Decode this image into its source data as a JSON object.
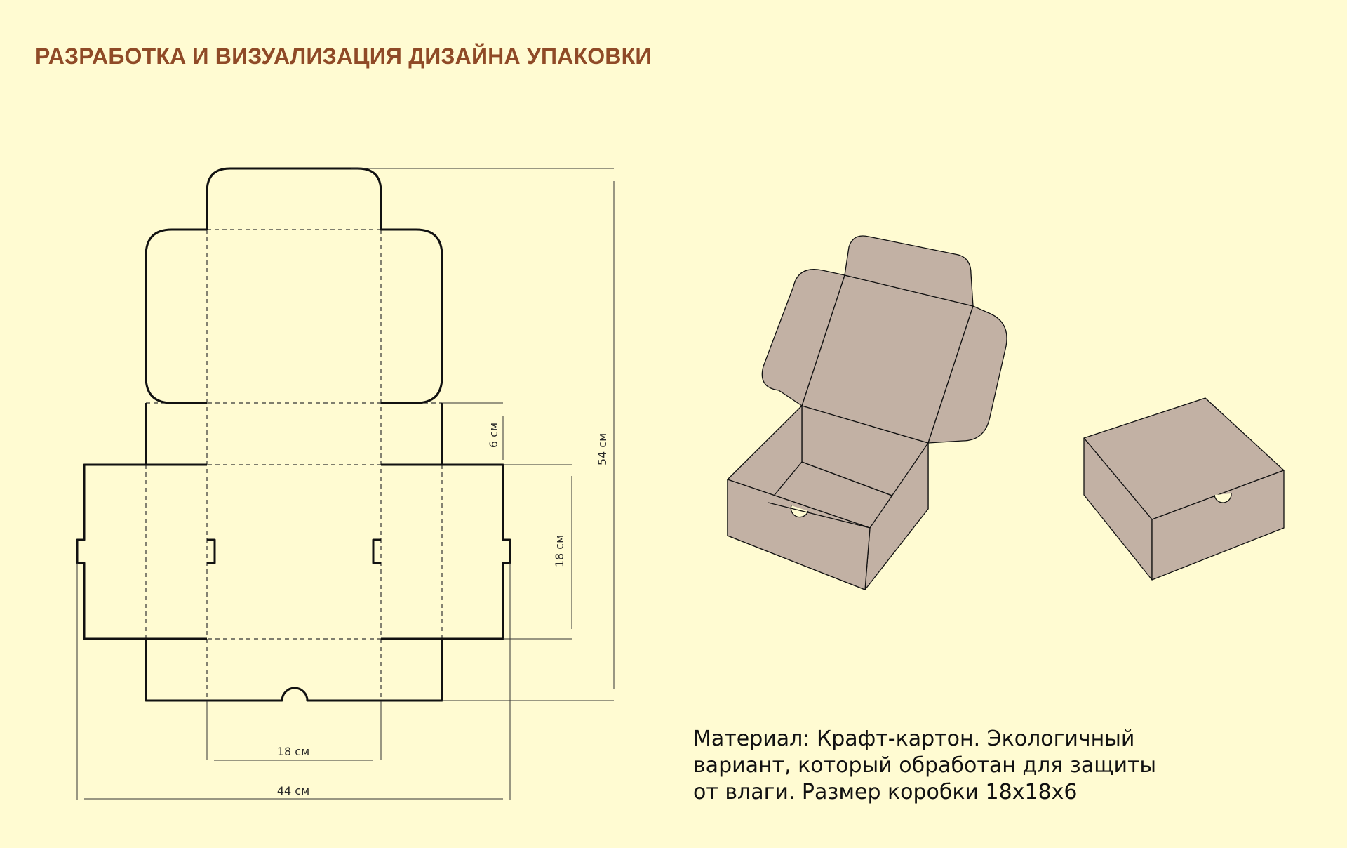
{
  "title": "РАЗРАБОТКА И ВИЗУАЛИЗАЦИЯ ДИЗАЙНА УПАКОВКИ",
  "dimensions": {
    "side_height": "6 см",
    "depth": "18 см",
    "total_height": "54 см",
    "width": "18 см",
    "total_width": "44 см"
  },
  "description_lines": [
    "Материал: Крафт-картон. Экологичный",
    "вариант, который обработан для защиты",
    "от влаги. Размер коробки 18x18x6"
  ],
  "colors": {
    "background": "#fffbd2",
    "title": "#8f4a27",
    "kraft": "#c2b1a4",
    "outline": "#111111"
  }
}
